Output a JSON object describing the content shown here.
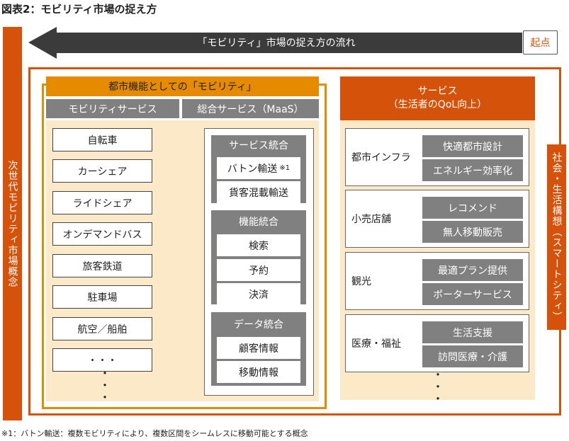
{
  "figure_title": "図表2：モビリティ市場の捉え方",
  "left_bar_label": "次世代モビリティ市場概念",
  "right_bar_label": "社会・生活構想（スマートシティ）",
  "arrow_label": "「モビリティ」市場の捉え方の流れ",
  "start_label": "起点",
  "city_mobility": {
    "header": "都市機能としての「モビリティ」",
    "col_mobility_services": "モビリティサービス",
    "col_integrated_services": "総合サービス（MaaS）",
    "mobility_items": [
      "自転車",
      "カーシェア",
      "ライドシェア",
      "オンデマンドバス",
      "旅客鉄道",
      "駐車場",
      "航空／船舶",
      "・・・"
    ],
    "mobility_vertical_dots": "・・・",
    "integration_groups": [
      {
        "title": "サービス統合",
        "items": [
          "バトン輸送",
          "貨客混載輸送"
        ],
        "note_mark": "※1"
      },
      {
        "title": "機能統合",
        "items": [
          "検索",
          "予約",
          "決済"
        ]
      },
      {
        "title": "データ統合",
        "items": [
          "顧客情報",
          "移動情報"
        ]
      }
    ]
  },
  "services": {
    "header_line1": "サービス",
    "header_line2": "（生活者のQoL向上）",
    "categories": [
      {
        "label": "都市インフラ",
        "items": [
          "快適都市設計",
          "エネルギー効率化"
        ]
      },
      {
        "label": "小売店舗",
        "items": [
          "レコメンド",
          "無人移動販売"
        ]
      },
      {
        "label": "観光",
        "items": [
          "最適プラン提供",
          "ポーターサービス"
        ]
      },
      {
        "label": "医療・福祉",
        "items": [
          "生活支援",
          "訪問医療・介護"
        ]
      }
    ],
    "vertical_dots": "・・・"
  },
  "footnote": "※1：バトン輸送：複数モビリティにより、複数区間をシームレスに移動可能とする概念",
  "colors": {
    "accent_orange": "#d5520b",
    "amber": "#e68a00",
    "beige": "#fce9c7",
    "gray": "#808080",
    "arrow_dark": "#3b3b3b"
  }
}
